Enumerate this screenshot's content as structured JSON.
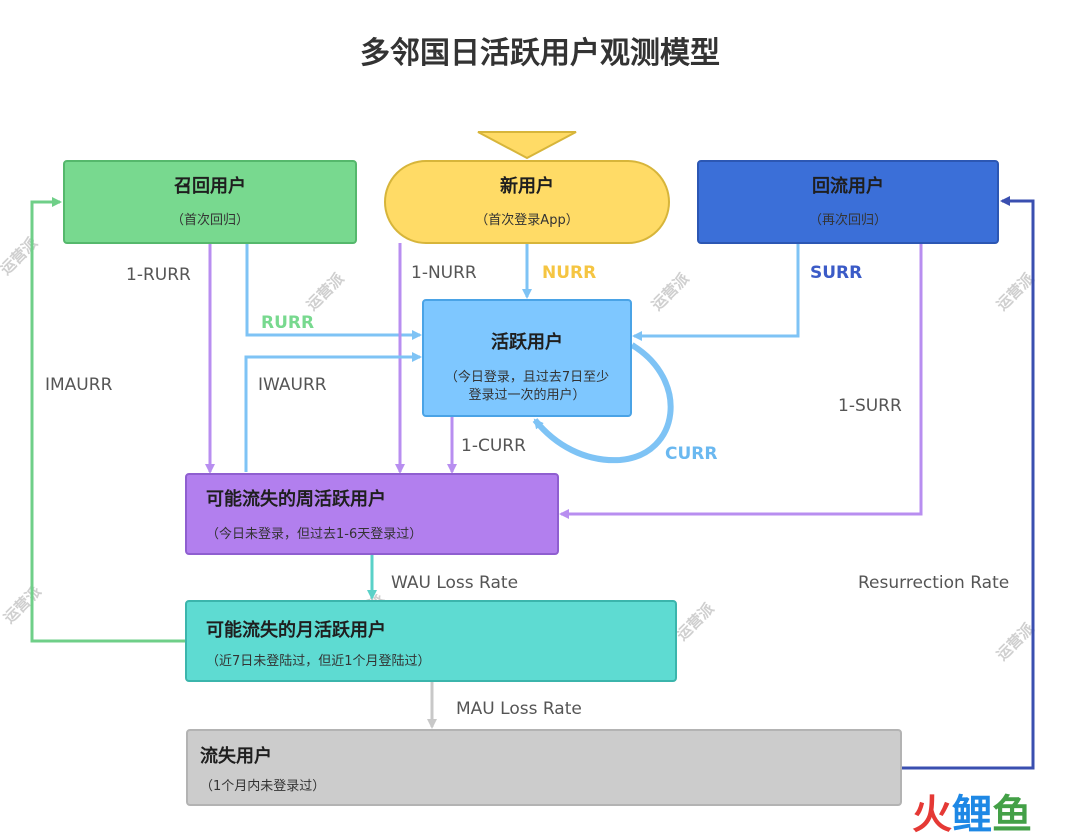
{
  "title": "多邻国日活跃用户观测模型",
  "colors": {
    "recall": "#78d98f",
    "new": "#ffdb66",
    "return": "#3b6fd8",
    "active": "#7ec7ff",
    "weekly": "#b27fee",
    "monthly": "#5edbd2",
    "lost": "#cccccc",
    "arrow_blue": "#7ec3f5",
    "arrow_purple": "#b88ef0",
    "arrow_green": "#6fcf88",
    "arrow_teal": "#5ad1c8",
    "arrow_navy": "#3a4fb0",
    "arrow_gray": "#c8c8c8"
  },
  "nodes": {
    "recall": {
      "title": "召回用户",
      "sub": "（首次回归）"
    },
    "new": {
      "title": "新用户",
      "sub": "（首次登录App）"
    },
    "return": {
      "title": "回流用户",
      "sub": "（再次回归）"
    },
    "active": {
      "title": "活跃用户",
      "sub1": "（今日登录，且过去7日至少",
      "sub2": "登录过一次的用户）"
    },
    "weekly": {
      "title": "可能流失的周活跃用户",
      "sub": "（今日未登录，但过去1-6天登录过）"
    },
    "monthly": {
      "title": "可能流失的月活跃用户",
      "sub": "（近7日未登陆过，但近1个月登陆过）"
    },
    "lost": {
      "title": "流失用户",
      "sub": "（1个月内未登录过）"
    }
  },
  "edges": {
    "one_rurr": "1-RURR",
    "rurr": "RURR",
    "one_nurr": "1-NURR",
    "nurr": "NURR",
    "surr": "SURR",
    "imaurr": "IMAURR",
    "iwaurr": "IWAURR",
    "one_curr": "1-CURR",
    "curr": "CURR",
    "one_surr": "1-SURR",
    "wau_loss": "WAU Loss Rate",
    "mau_loss": "MAU Loss Rate",
    "resurrection": "Resurrection Rate"
  },
  "watermark": "运营派",
  "logo": "火鲤鱼"
}
